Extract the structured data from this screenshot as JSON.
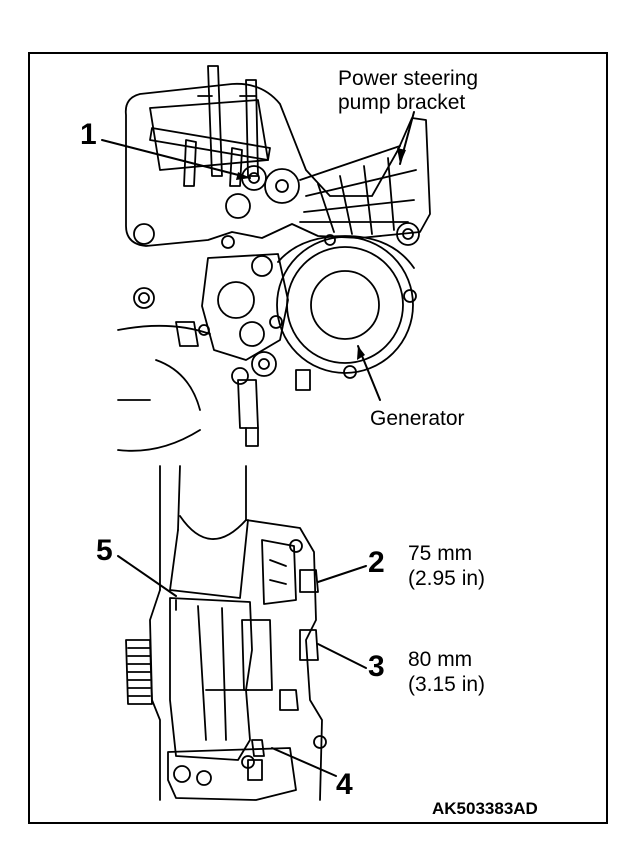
{
  "callouts": {
    "power_steering_line1": "Power steering",
    "power_steering_line2": "pump bracket",
    "generator": "Generator",
    "n1": "1",
    "n2": "2",
    "n3": "3",
    "n4": "4",
    "n5": "5"
  },
  "dimensions": {
    "bolt2_mm": "75 mm",
    "bolt2_in": "(2.95 in)",
    "bolt3_mm": "80 mm",
    "bolt3_in": "(3.15 in)"
  },
  "figure_code": "AK503383AD"
}
